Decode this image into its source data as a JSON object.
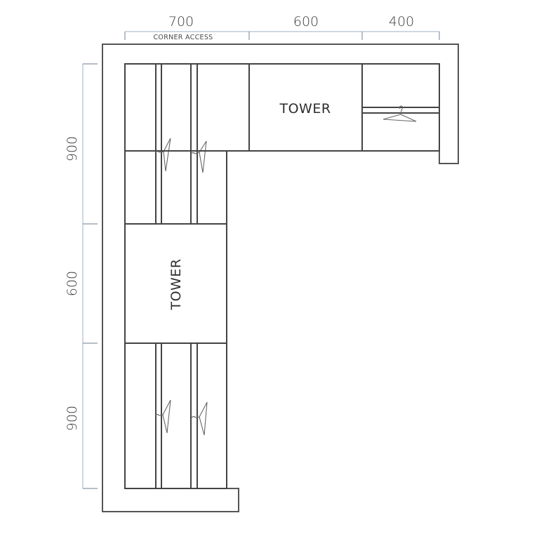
{
  "dimensions": {
    "top": [
      {
        "value": "700",
        "sublabel": "CORNER ACCESS"
      },
      {
        "value": "600",
        "sublabel": ""
      },
      {
        "value": "400",
        "sublabel": ""
      }
    ],
    "left": [
      {
        "value": "900"
      },
      {
        "value": "600"
      },
      {
        "value": "900"
      }
    ]
  },
  "units": {
    "top_tower": {
      "label": "TOWER"
    },
    "left_tower": {
      "label": "TOWER"
    }
  },
  "icons": {
    "hanger": "coat-hanger-icon"
  },
  "colors": {
    "wall_stroke": "#555555",
    "cabinet_stroke": "#444444",
    "dimension_line": "#9fb0c4",
    "background": "#ffffff"
  }
}
